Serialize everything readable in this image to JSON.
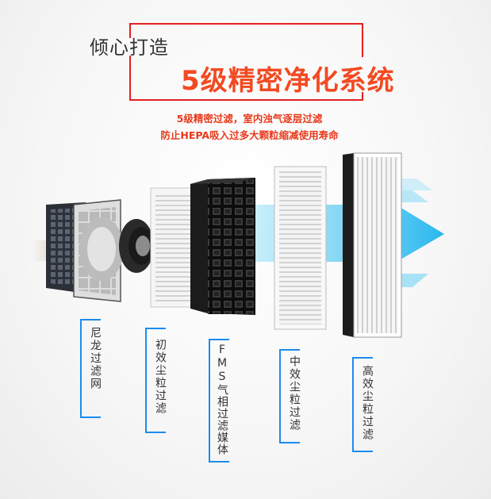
{
  "header": {
    "subtitle": "倾心打造",
    "title": "5级精密净化系统"
  },
  "description": {
    "line1": "5级精密过滤，室内浊气逐层过滤",
    "line2": "防止HEPA吸入过多大颗粒缩减使用寿命"
  },
  "colors": {
    "accent_red": "#e52020",
    "title_orange": "#f24a22",
    "label_blue": "#1a8cf0",
    "arrow_cyan": "#3ec4f2"
  },
  "labels": [
    {
      "text": "尼龙过滤网"
    },
    {
      "text": "初效尘粒过滤"
    },
    {
      "text": "FMS气相过滤媒体"
    },
    {
      "text": "中效尘粒过滤"
    },
    {
      "text": "高效尘粒过滤"
    }
  ]
}
